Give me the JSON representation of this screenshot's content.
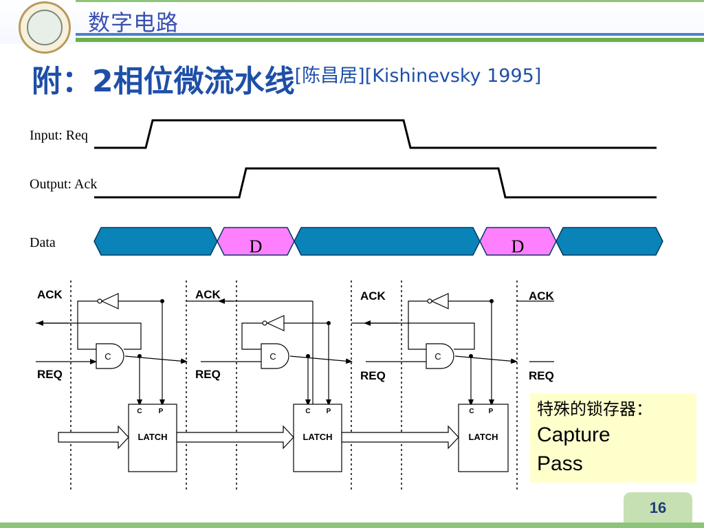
{
  "header": {
    "course_title": "数字电路"
  },
  "slide": {
    "title_main": "附：2相位微流水线",
    "title_ref": "[陈昌居][Kishinevsky 1995]"
  },
  "signals": {
    "input_label": "Input: Req",
    "output_label": "Output: Ack",
    "data_label": "Data",
    "data_marker": "D"
  },
  "circuit": {
    "ack_label": "ACK",
    "req_label": "REQ",
    "gate_label": "C",
    "latch_label": "LATCH",
    "pin_c": "C",
    "pin_p": "P"
  },
  "note": {
    "line1": "特殊的锁存器：",
    "line2": "Capture",
    "line3": "Pass"
  },
  "footer": {
    "page_number": "16"
  },
  "colors": {
    "title_blue": "#1e4fa8",
    "data_bus": "#0a84b8",
    "data_marker_fill": "#ff80ff",
    "note_bg": "#ffffcc",
    "page_tab": "#c6e0b4"
  }
}
